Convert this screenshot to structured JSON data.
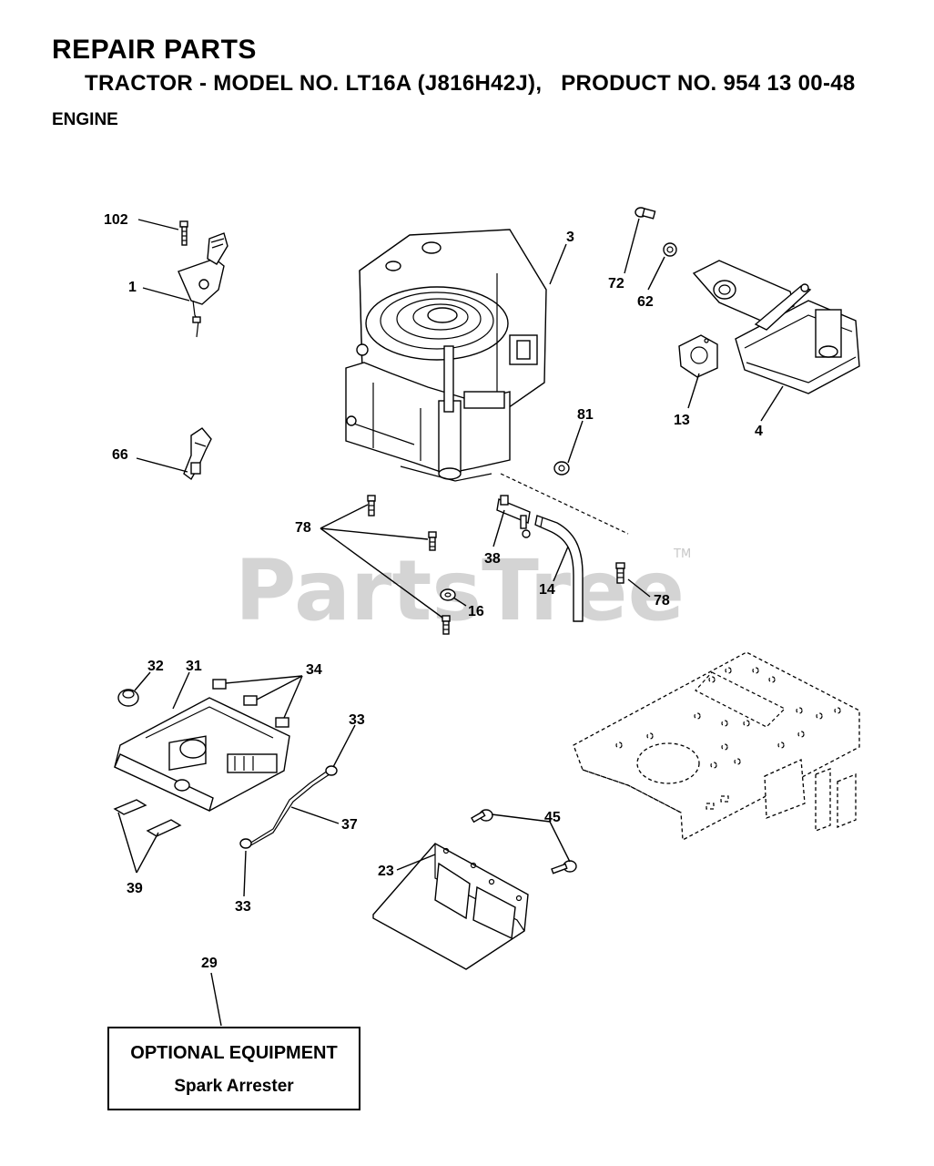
{
  "header": {
    "title": "REPAIR PARTS",
    "subtitle": "TRACTOR - MODEL NO. LT16A (J816H42J),   PRODUCT NO. 954 13 00-48",
    "section": "ENGINE"
  },
  "watermark": {
    "text": "PartsTree",
    "tm": "TM"
  },
  "callouts": [
    "102",
    "1",
    "3",
    "72",
    "62",
    "13",
    "4",
    "81",
    "66",
    "78",
    "38",
    "14",
    "78",
    "16",
    "32",
    "31",
    "34",
    "33",
    "37",
    "39",
    "33",
    "45",
    "23",
    "29"
  ],
  "optional_box": {
    "line1": "OPTIONAL EQUIPMENT",
    "line2": "Spark Arrester"
  }
}
